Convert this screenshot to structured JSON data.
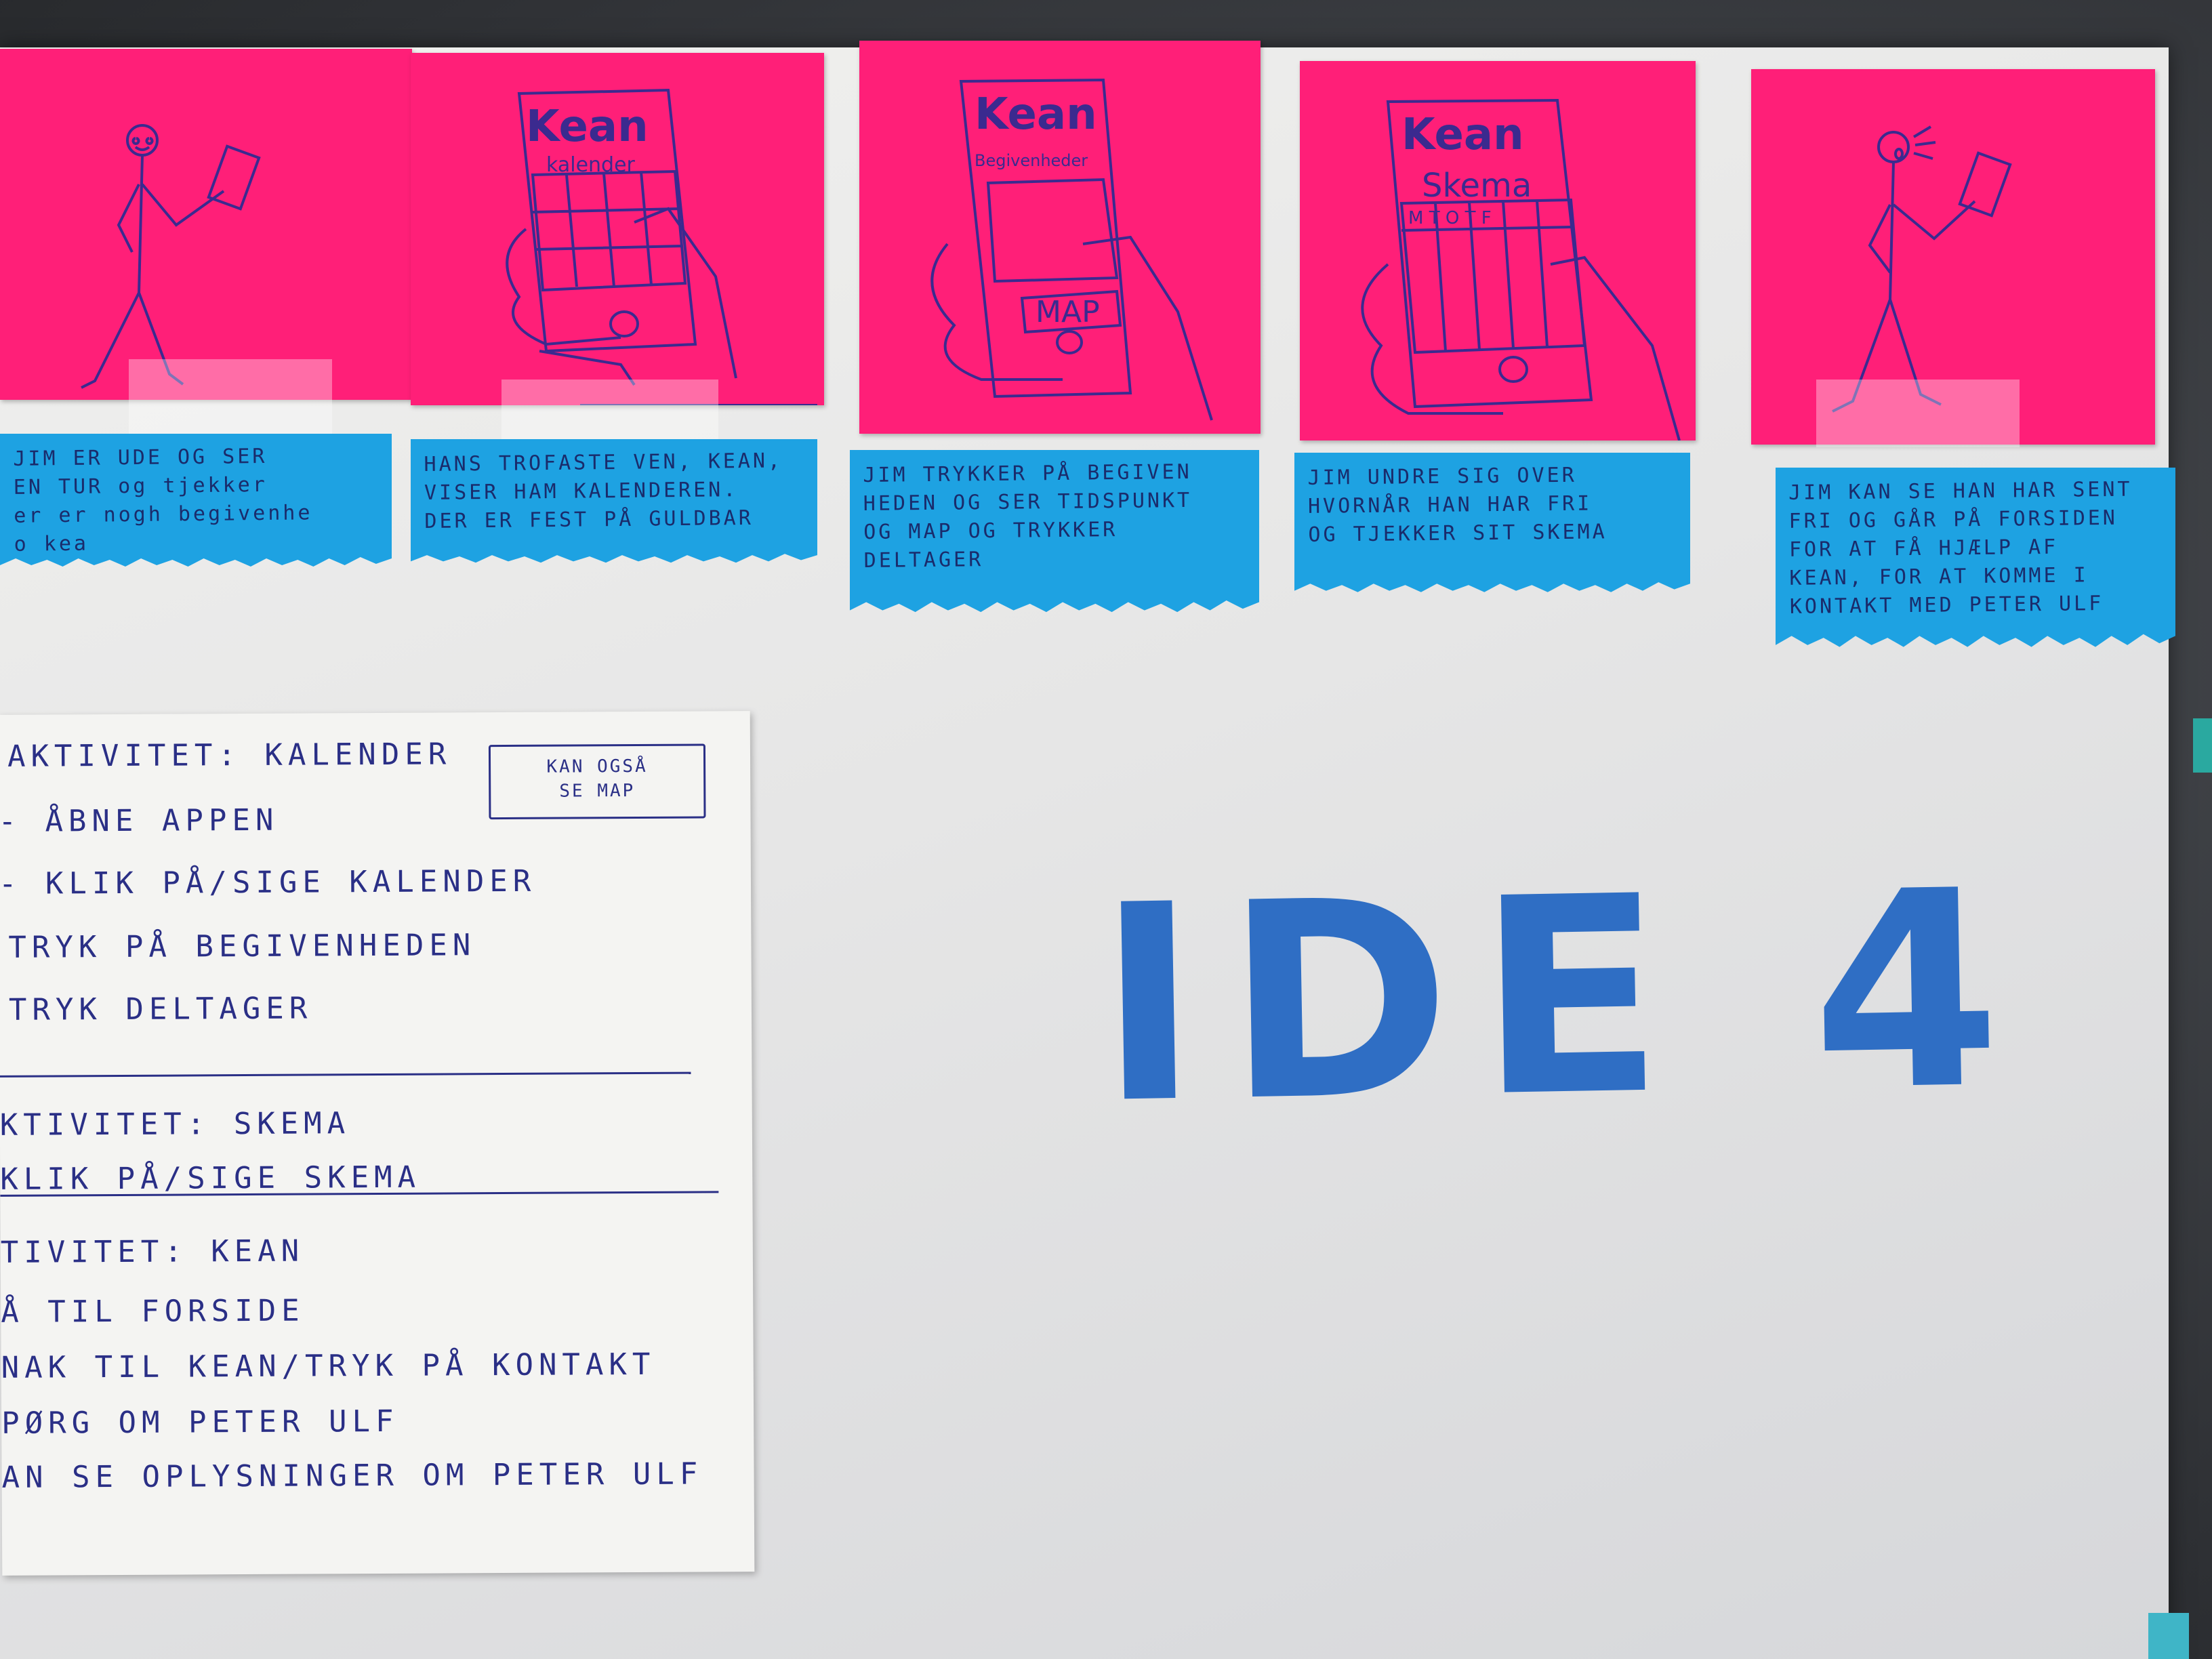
{
  "storyboard": {
    "frames": [
      {
        "screen_title": "",
        "screen_subtitle": "",
        "caption": "JIM ER UDE OG SER\nEN TUR og tjekker\ner er nogh begivenhe\no kea"
      },
      {
        "screen_title": "Kean",
        "screen_subtitle": "kalender",
        "caption": "HANS TROFASTE VEN, KEAN,\nVISER HAM KALENDEREN.\nDER ER FEST PÅ GULDBAR"
      },
      {
        "screen_title": "Kean",
        "screen_subtitle": "Begivenheder",
        "button": "MAP",
        "caption": "JIM TRYKKER PÅ BEGIVEN\nHEDEN OG SER TIDSPUNKT\nOG MAP OG TRYKKER\nDELTAGER"
      },
      {
        "screen_title": "Kean",
        "screen_subtitle": "Skema",
        "days": "M T O T F",
        "caption": "JIM UNDRE SIG OVER\nHVORNÅR HAN HAR FRI\nOG TJEKKER SIT SKEMA"
      },
      {
        "screen_title": "",
        "screen_subtitle": "",
        "caption": "JIM KAN SE HAN HAR SENT\nFRI OG GÅR PÅ FORSIDEN\nFOR AT FÅ HJÆLP AF\nKEAN, FOR AT KOMME I\nKONTAKT MED PETER ULF"
      }
    ]
  },
  "notecard": {
    "boxed_note": "KAN OGSÅ\nSE MAP",
    "lines": [
      "AKTIVITET: KALENDER",
      "- ÅBNE APPEN",
      "- KLIK PÅ/SIGE KALENDER",
      "TRYK PÅ BEGIVENHEDEN",
      "TRYK DELTAGER",
      "KTIVITET: SKEMA",
      "KLIK PÅ/SIGE SKEMA",
      "TIVITET: KEAN",
      "Å TIL FORSIDE",
      "NAK TIL KEAN/TRYK PÅ KONTAKT",
      "PØRG OM PETER ULF",
      "AN SE OPLYSNINGER OM PETER ULF"
    ]
  },
  "title": "IDE 4",
  "colors": {
    "sticky_pink": "#ff1f78",
    "sticky_blue": "#1ea2e2",
    "marker_blue": "#2f6ec4",
    "pen_ink": "#2a2f86"
  }
}
